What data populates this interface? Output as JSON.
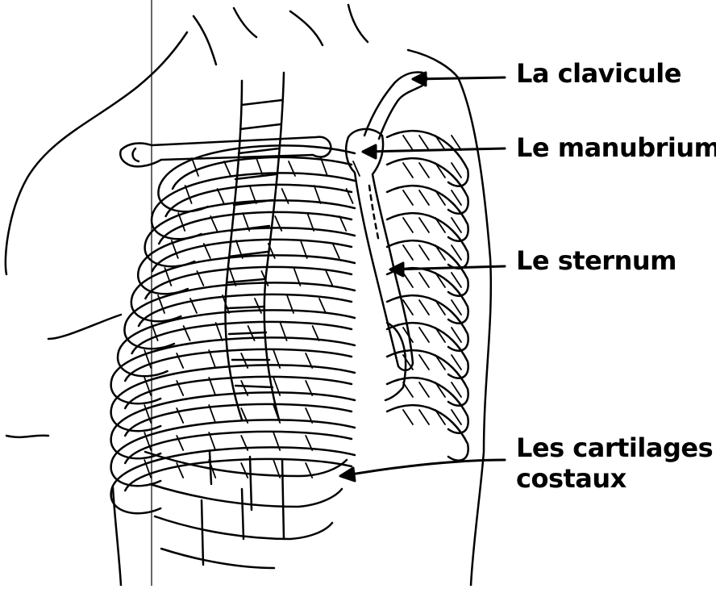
{
  "labels": {
    "clavicle": "La clavicule",
    "manubrium": "Le manubrium",
    "sternum": "Le sternum",
    "costal_cartilage_line1": "Les cartilages",
    "costal_cartilage_line2": "costaux"
  },
  "colors": {
    "ink": "#000000",
    "background": "#ffffff"
  }
}
